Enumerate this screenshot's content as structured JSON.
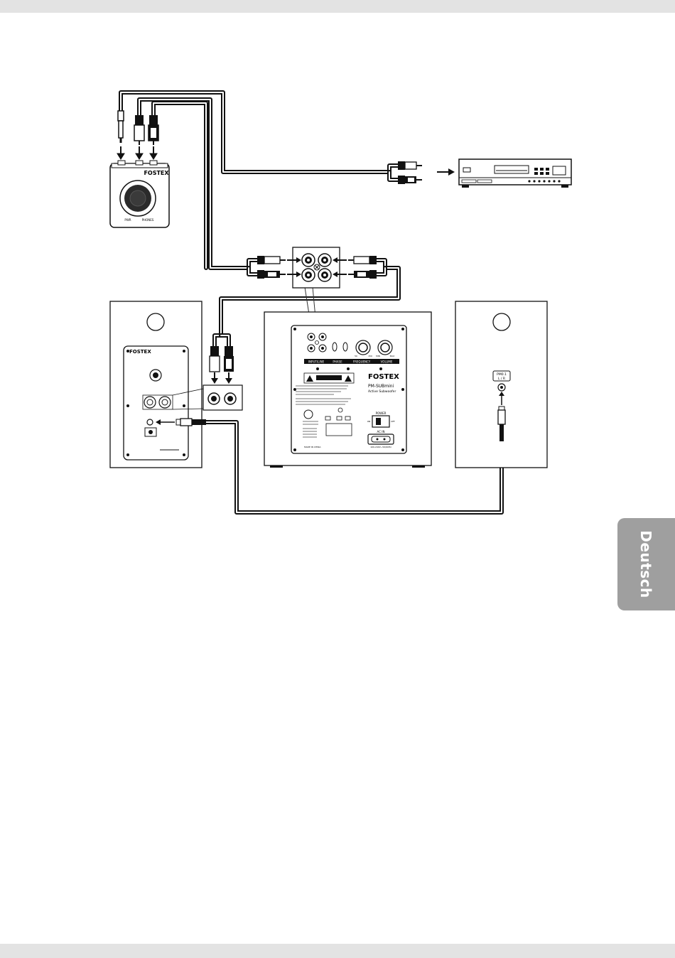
{
  "page": {
    "language_tab": "Deutsch"
  },
  "diagram": {
    "controller": {
      "brand": "FOSTEX",
      "knob_labels": [
        "PWR",
        "PHONES"
      ]
    },
    "left_speaker": {
      "brand": "FOSTEX"
    },
    "right_speaker": {
      "badge_line1": "PM0.1",
      "badge_line2": "L / R"
    },
    "subwoofer": {
      "brand": "FOSTEX",
      "model": "PM-SUBmini",
      "subtitle": "Active Subwoofer",
      "knob_strip": [
        "INPUT/LINE",
        "PHASE",
        "FREQUENCY",
        "VOLUME"
      ],
      "power_label": "POWER",
      "power_states": [
        "ON",
        "OFF"
      ],
      "ac_in_label": "AC IN",
      "voltage": "100-240V~50/60Hz",
      "origin": "MADE IN CHINA",
      "freq_marks": [
        "50",
        "150"
      ],
      "vol_marks": [
        "MIN",
        "MAX"
      ]
    }
  },
  "colors": {
    "cable": "#111111",
    "outline": "#333333",
    "tab_bg": "#9f9f9f",
    "bar_bg": "#e3e3e3"
  }
}
